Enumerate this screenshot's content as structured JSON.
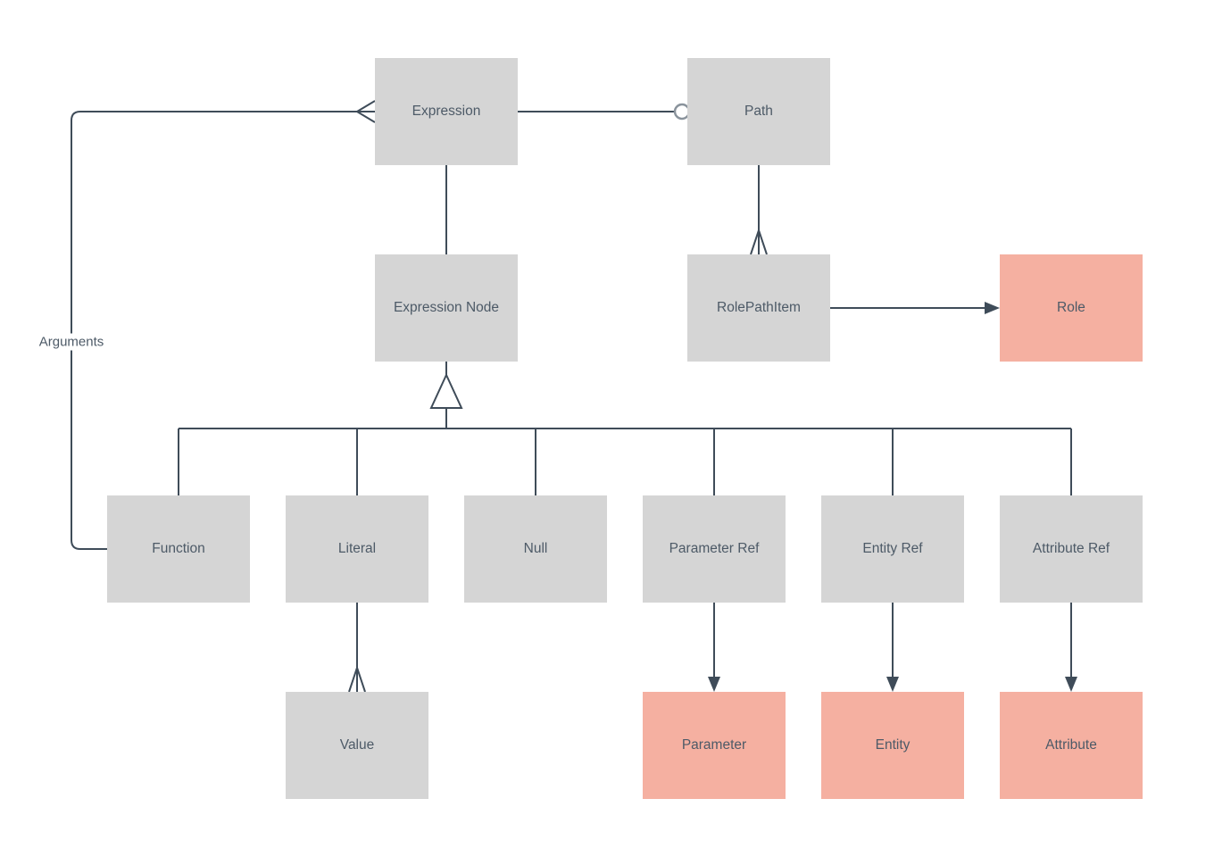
{
  "diagram": {
    "colors": {
      "background": "#ffffff",
      "node_gray": "#d5d5d5",
      "node_salmon": "#f5b0a1",
      "edge": "#3f4c59",
      "text": "#4d5a67",
      "circle_marker": "#8a939c"
    },
    "nodes": {
      "expression": {
        "label": "Expression",
        "fill": "gray"
      },
      "path": {
        "label": "Path",
        "fill": "gray"
      },
      "expression_node": {
        "label": "Expression Node",
        "fill": "gray"
      },
      "role_path_item": {
        "label": "RolePathItem",
        "fill": "gray"
      },
      "role": {
        "label": "Role",
        "fill": "salmon"
      },
      "function": {
        "label": "Function",
        "fill": "gray"
      },
      "literal": {
        "label": "Literal",
        "fill": "gray"
      },
      "null": {
        "label": "Null",
        "fill": "gray"
      },
      "parameter_ref": {
        "label": "Parameter Ref",
        "fill": "gray"
      },
      "entity_ref": {
        "label": "Entity Ref",
        "fill": "gray"
      },
      "attribute_ref": {
        "label": "Attribute Ref",
        "fill": "gray"
      },
      "value": {
        "label": "Value",
        "fill": "gray"
      },
      "parameter": {
        "label": "Parameter",
        "fill": "salmon"
      },
      "entity": {
        "label": "Entity",
        "fill": "salmon"
      },
      "attribute": {
        "label": "Attribute",
        "fill": "salmon"
      }
    },
    "edge_labels": {
      "arguments": "Arguments"
    },
    "edges": [
      {
        "from": "expression",
        "to": "path",
        "end_marker": "open-circle"
      },
      {
        "from": "expression",
        "to": "function",
        "start_marker": "crowfoot-many",
        "label": "Arguments",
        "route": "orthogonal-left"
      },
      {
        "from": "expression",
        "to": "expression_node",
        "marker": "none"
      },
      {
        "from": "path",
        "to": "role_path_item",
        "end_marker": "crowfoot-many"
      },
      {
        "from": "role_path_item",
        "to": "role",
        "end_marker": "filled-arrow"
      },
      {
        "from": "expression_node",
        "to": [
          "function",
          "literal",
          "null",
          "parameter_ref",
          "entity_ref",
          "attribute_ref"
        ],
        "type": "generalization",
        "marker": "hollow-triangle"
      },
      {
        "from": "literal",
        "to": "value",
        "end_marker": "crowfoot-many"
      },
      {
        "from": "parameter_ref",
        "to": "parameter",
        "end_marker": "filled-arrow"
      },
      {
        "from": "entity_ref",
        "to": "entity",
        "end_marker": "filled-arrow"
      },
      {
        "from": "attribute_ref",
        "to": "attribute",
        "end_marker": "filled-arrow"
      }
    ]
  }
}
